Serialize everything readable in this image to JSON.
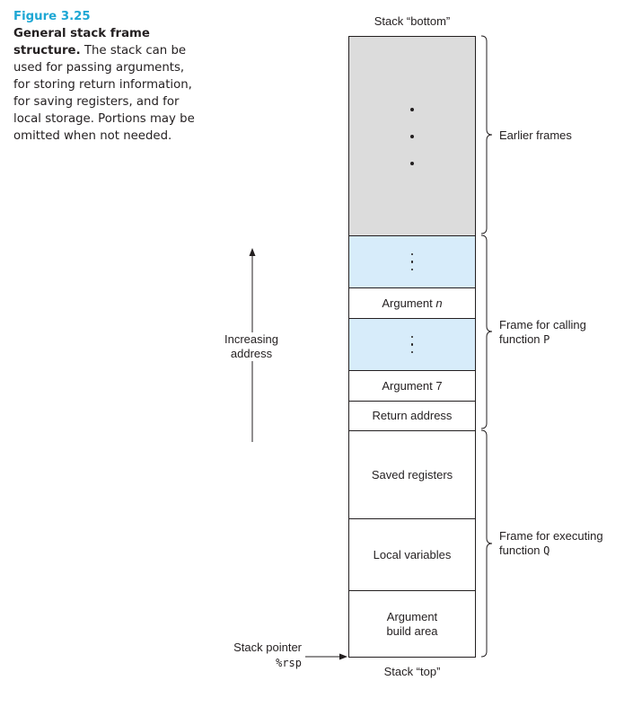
{
  "caption": {
    "figure_label": "Figure 3.25",
    "title": "General stack frame structure.",
    "body": " The stack can be used for passing arguments, for storing return information, for saving registers, and for local storage. Portions may be omitted when not needed."
  },
  "stack": {
    "bottom_label": "Stack “bottom”",
    "top_label": "Stack “top”",
    "cells": {
      "argument_n_prefix": "Argument ",
      "argument_n_var": "n",
      "argument_7": "Argument 7",
      "return_address": "Return address",
      "saved_registers": "Saved registers",
      "local_variables": "Local variables",
      "argument_build_line1": "Argument",
      "argument_build_line2": "build area"
    }
  },
  "frames": {
    "earlier": "Earlier frames",
    "calling_line1": "Frame for calling",
    "calling_line2_prefix": "function ",
    "calling_fn": "P",
    "executing_line1": "Frame for executing",
    "executing_line2_prefix": "function ",
    "executing_fn": "Q"
  },
  "axis": {
    "increasing_line1": "Increasing",
    "increasing_line2": "address"
  },
  "stack_pointer": {
    "label": "Stack pointer",
    "register": "%rsp"
  },
  "colors": {
    "caption_accent": "#1ea7d4",
    "earlier_frames_fill": "#dcdcdc",
    "caller_frame_fill": "#d7ecfa"
  }
}
